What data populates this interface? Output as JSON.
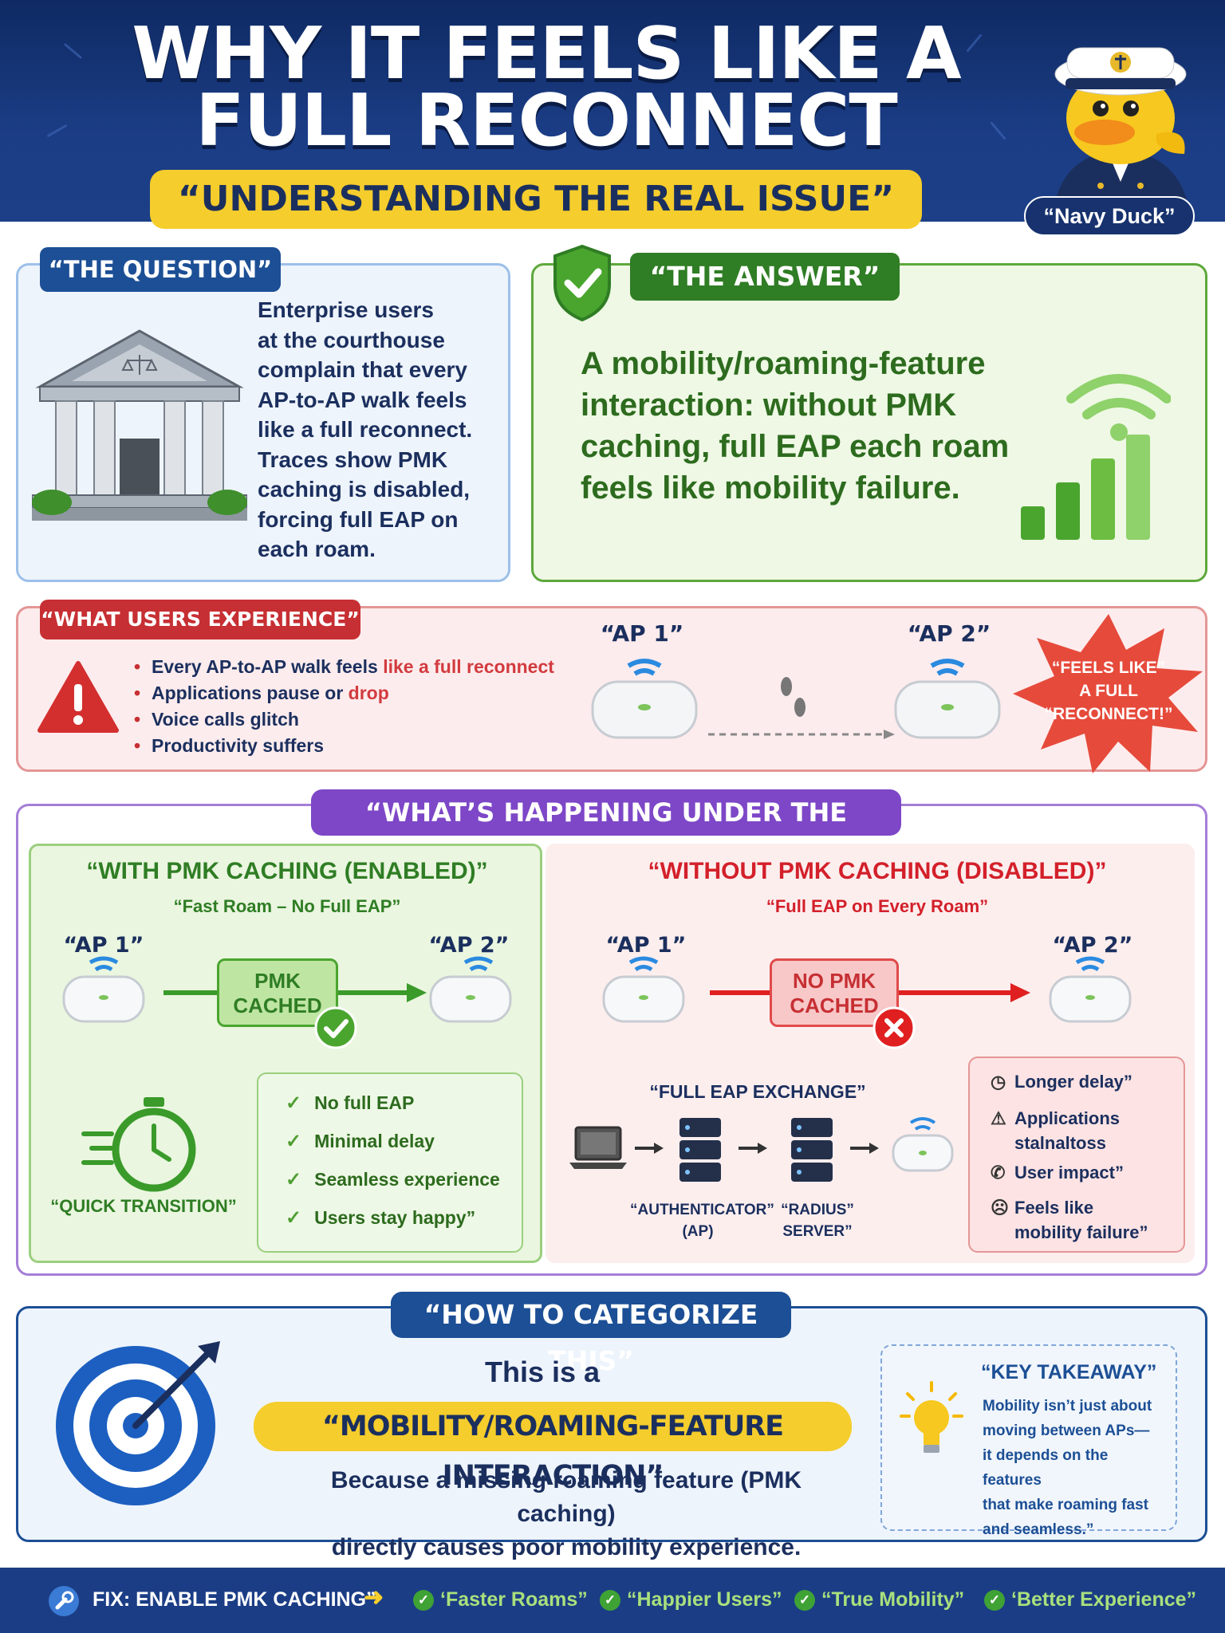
{
  "header": {
    "title_line1": "WHY IT FEELS LIKE A",
    "title_line2": "FULL RECONNECT",
    "subtitle": "“UNDERSTANDING THE REAL ISSUE”",
    "mascot_label": "“Navy Duck”"
  },
  "question": {
    "tag": "“THE QUESTION”",
    "lines": [
      "Enterprise users",
      "at the courthouse",
      "complain that every",
      "AP-to-AP walk feels",
      "like a full reconnect.",
      "Traces show PMK",
      "caching is disabled,",
      "forcing full EAP on",
      "each roam."
    ]
  },
  "answer": {
    "tag": "“THE ANSWER”",
    "lines": [
      "A mobility/roaming-feature",
      "interaction: without PMK",
      "caching, full EAP each roam",
      "feels like mobility failure."
    ]
  },
  "experience": {
    "tag": "“WHAT USERS EXPERIENCE”",
    "items": [
      {
        "text": "Every AP-to-AP walk feels ",
        "hl": "like a full reconnect"
      },
      {
        "text": "Applications pause or ",
        "hl": "drop"
      },
      {
        "text": "Voice calls glitch",
        "hl": ""
      },
      {
        "text": "Productivity suffers",
        "hl": ""
      }
    ],
    "ap1": "“AP 1”",
    "ap2": "“AP 2”",
    "burst": [
      "“FEELS LIKE”",
      "A FULL",
      "“RECONNECT!”"
    ]
  },
  "hood": {
    "tag": "“WHAT’S HAPPENING UNDER THE HOOD”",
    "with": {
      "title": "“WITH PMK CACHING (ENABLED)”",
      "subtitle": "“Fast Roam – No Full EAP”",
      "ap1": "“AP 1”",
      "ap2": "“AP 2”",
      "box": [
        "PMK",
        "CACHED"
      ],
      "timer_label": "“QUICK TRANSITION”",
      "benefits": [
        "No full EAP",
        "Minimal delay",
        "Seamless experience",
        "Users stay happy”"
      ]
    },
    "without": {
      "title": "“WITHOUT PMK CACHING (DISABLED)”",
      "subtitle": "“Full EAP on Every Roam”",
      "ap1": "“AP 1”",
      "ap2": "“AP 2”",
      "box": [
        "NO PMK",
        "CACHED"
      ],
      "exchange_label": "“FULL EAP EXCHANGE”",
      "authenticator": [
        "“AUTHENTICATOR”",
        "(AP)"
      ],
      "radius": [
        "“RADIUS”",
        "SERVER”"
      ],
      "issues": [
        {
          "icon": "clock-icon",
          "lines": [
            "Longer delay”"
          ]
        },
        {
          "icon": "warning-icon",
          "lines": [
            "Applications",
            "stalnaltoss"
          ]
        },
        {
          "icon": "phone-icon",
          "lines": [
            "User impact”"
          ]
        },
        {
          "icon": "sad-face-icon",
          "lines": [
            "Feels like",
            "mobility failure”"
          ]
        }
      ]
    }
  },
  "categorize": {
    "tag": "“HOW TO CATEGORIZE THIS”",
    "line1": "This is a",
    "line2": "“MOBILITY/ROAMING-FEATURE INTERACTION”",
    "line3a": "Because a missing roaming feature (PMK caching)",
    "line3b": "directly causes poor mobility experience.",
    "takeaway_title": "“KEY TAKEAWAY”",
    "takeaway_lines": [
      "Mobility isn’t just about",
      "moving between APs—",
      "it depends on the features",
      "that make roaming fast",
      "and seamless.”"
    ]
  },
  "footer": {
    "fix": "FIX: ENABLE PMK CACHING”",
    "items": [
      "‘Faster Roams”",
      "“Happier Users”",
      "“True Mobility”",
      "‘Better Experience”"
    ]
  },
  "colors": {
    "navy": "#1b3d85",
    "yellow": "#f5cd2c",
    "green": "#2f7d24",
    "red": "#c62f33",
    "purple": "#7d47c7"
  }
}
